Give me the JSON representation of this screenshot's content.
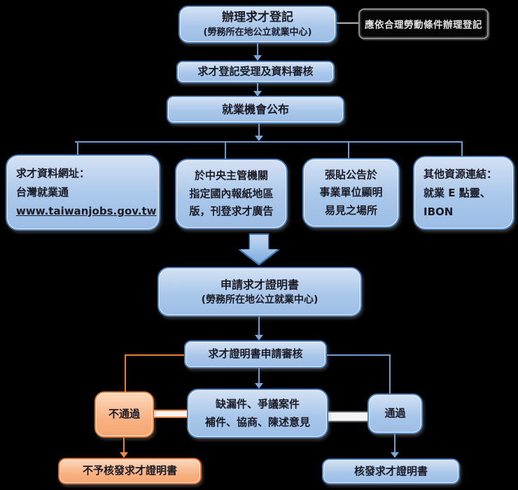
{
  "diagram": {
    "background": "#000000",
    "palette": {
      "blue_border": "#4d82c4",
      "blue_fill_light": "#d4e1f3",
      "blue_fill_dark": "#9cbde5",
      "blue_connector": "#6b9dd4",
      "orange_border": "#ed7d31",
      "orange_fill_light": "#fcd9bd",
      "orange_fill_dark": "#f5a670",
      "note_background": "#060606",
      "note_text": "#e3e3e3",
      "box_text": "#1a1a24"
    },
    "nodes": {
      "register": {
        "title": "辦理求才登記",
        "subtitle": "(勞務所在地公立就業中心)"
      },
      "note": {
        "text": "應依合理勞動條件辦理登記"
      },
      "review": {
        "text": "求才登記受理及資料審核"
      },
      "announce": {
        "text": "就業機會公布"
      },
      "branch_website": {
        "lines": [
          "求才資料網址：",
          "台灣就業通",
          "www.taiwanjobs.gov.tw"
        ]
      },
      "branch_newspaper": {
        "lines": [
          "於中央主管機關",
          "指定國內報紙地區",
          "版，刊登求才廣告"
        ]
      },
      "branch_poster": {
        "lines": [
          "張貼公告於",
          "事業單位顯明",
          "易見之場所"
        ]
      },
      "branch_other": {
        "lines": [
          "其他資源連結：",
          "就業 E 點靈、",
          "IBON"
        ]
      },
      "apply": {
        "title": "申請求才證明書",
        "subtitle": "(勞務所在地公立就業中心)"
      },
      "cert_review": {
        "text": "求才證明書申請審核"
      },
      "fail": {
        "text": "不通過"
      },
      "issues": {
        "lines": [
          "缺漏件、爭議案件",
          "補件、協商、陳述意見"
        ]
      },
      "pass": {
        "text": "通過"
      },
      "reject": {
        "text": "不予核發求才證明書"
      },
      "issue_cert": {
        "text": "核發求才證明書"
      }
    }
  }
}
